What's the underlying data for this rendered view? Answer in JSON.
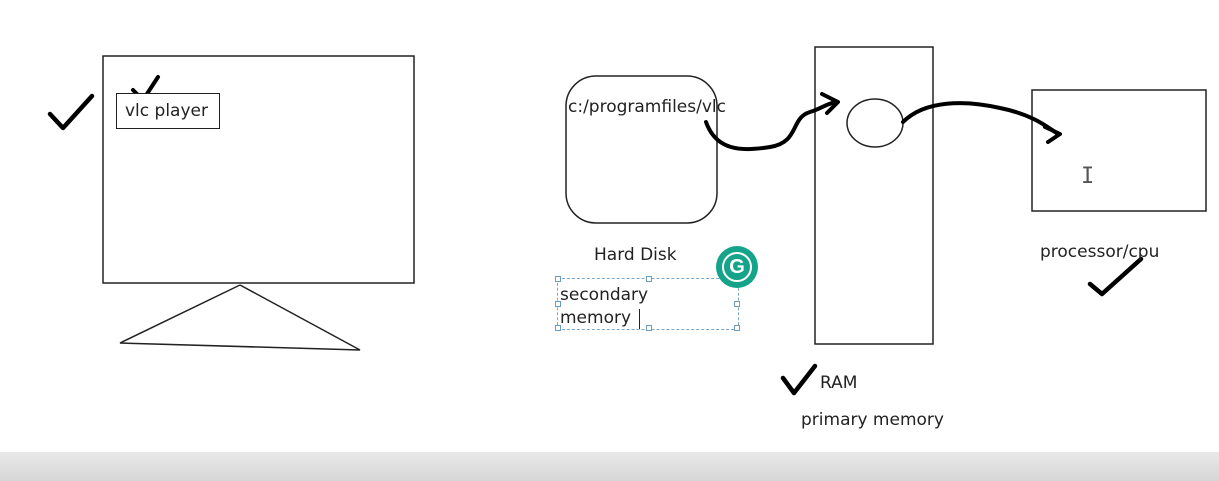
{
  "labels": {
    "vlc_player": "vlc player",
    "path": "c:/programfiles/vlc",
    "hard_disk": "Hard Disk",
    "secondary_line1": "secondary",
    "secondary_line2": "memory",
    "ram": "RAM",
    "primary_memory": "primary memory",
    "processor": "processor/cpu"
  },
  "icons": {
    "grammarly": "grammarly-icon",
    "text_cursor": "text-cursor-icon",
    "checkmark": "checkmark-icon"
  },
  "colors": {
    "ink": "#000000",
    "grammarly": "#15a38a",
    "selection": "#7aa6c8"
  }
}
